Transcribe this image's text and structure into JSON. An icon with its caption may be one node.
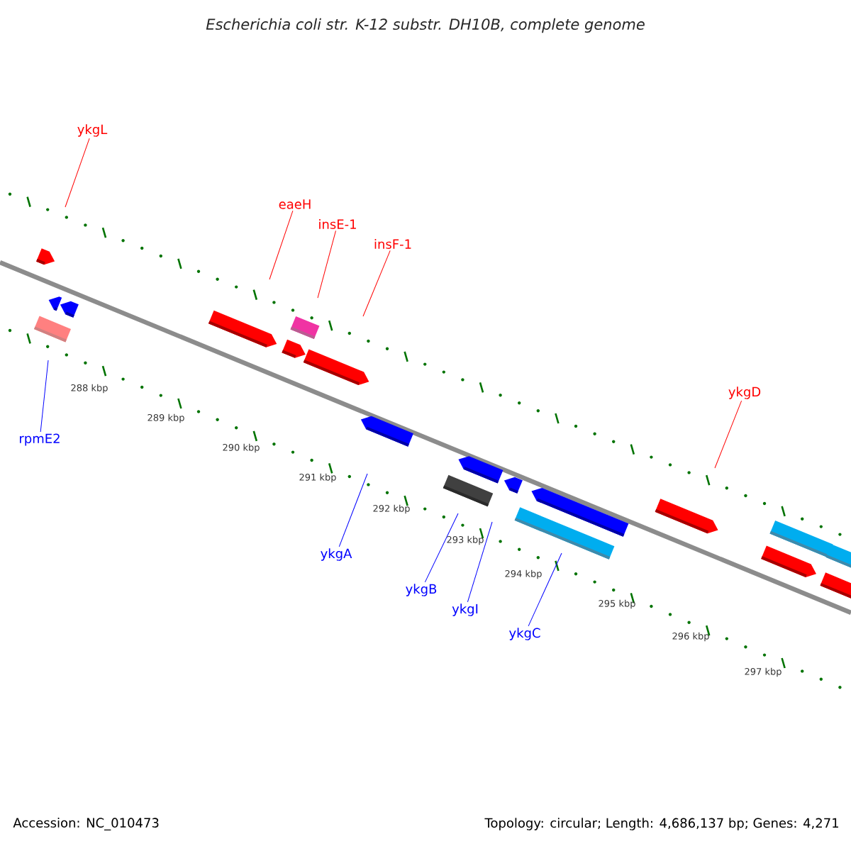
{
  "diagram": {
    "title": "Escherichia coli str. K-12 substr. DH10B, complete genome",
    "nodes": [
      {
        "text": [
          "ykgL"
        ]
      },
      {
        "text": [
          "eaeH"
        ]
      },
      {
        "text": [
          "insE-1"
        ]
      },
      {
        "text": [
          "insF-1"
        ]
      },
      {
        "text": [
          "ykgD"
        ]
      },
      {
        "text": [
          "rpmE2"
        ]
      },
      {
        "text": [
          "ykgA"
        ]
      },
      {
        "text": [
          "ykgB"
        ]
      },
      {
        "text": [
          "ykgI"
        ]
      },
      {
        "text": [
          "ykgC"
        ]
      }
    ],
    "edges": [
      {
        "from": 0,
        "to": null,
        "arrow": "none"
      },
      {
        "from": 1,
        "to": null,
        "arrow": "none"
      },
      {
        "from": 2,
        "to": null,
        "arrow": "none"
      },
      {
        "from": 3,
        "to": null,
        "arrow": "none"
      },
      {
        "from": 4,
        "to": null,
        "arrow": "none"
      },
      {
        "from": 5,
        "to": null,
        "arrow": "none",
        "color": "#0000ff"
      },
      {
        "from": 6,
        "to": null,
        "arrow": "none",
        "color": "#0000ff"
      },
      {
        "from": 7,
        "to": null,
        "arrow": "none",
        "color": "#0000ff"
      },
      {
        "from": 8,
        "to": null,
        "arrow": "none",
        "color": "#0000ff"
      },
      {
        "from": 9,
        "to": null,
        "arrow": "none",
        "color": "#0000ff"
      }
    ],
    "labels": [
      "288 kbp",
      "289 kbp",
      "290 kbp",
      "291 kbp",
      "292 kbp",
      "293 kbp",
      "294 kbp",
      "295 kbp",
      "296 kbp",
      "297 kbp",
      "Accession: NC_010473",
      "Topology: circular; Length: 4,686,137 bp; Genes: 4,271"
    ]
  }
}
